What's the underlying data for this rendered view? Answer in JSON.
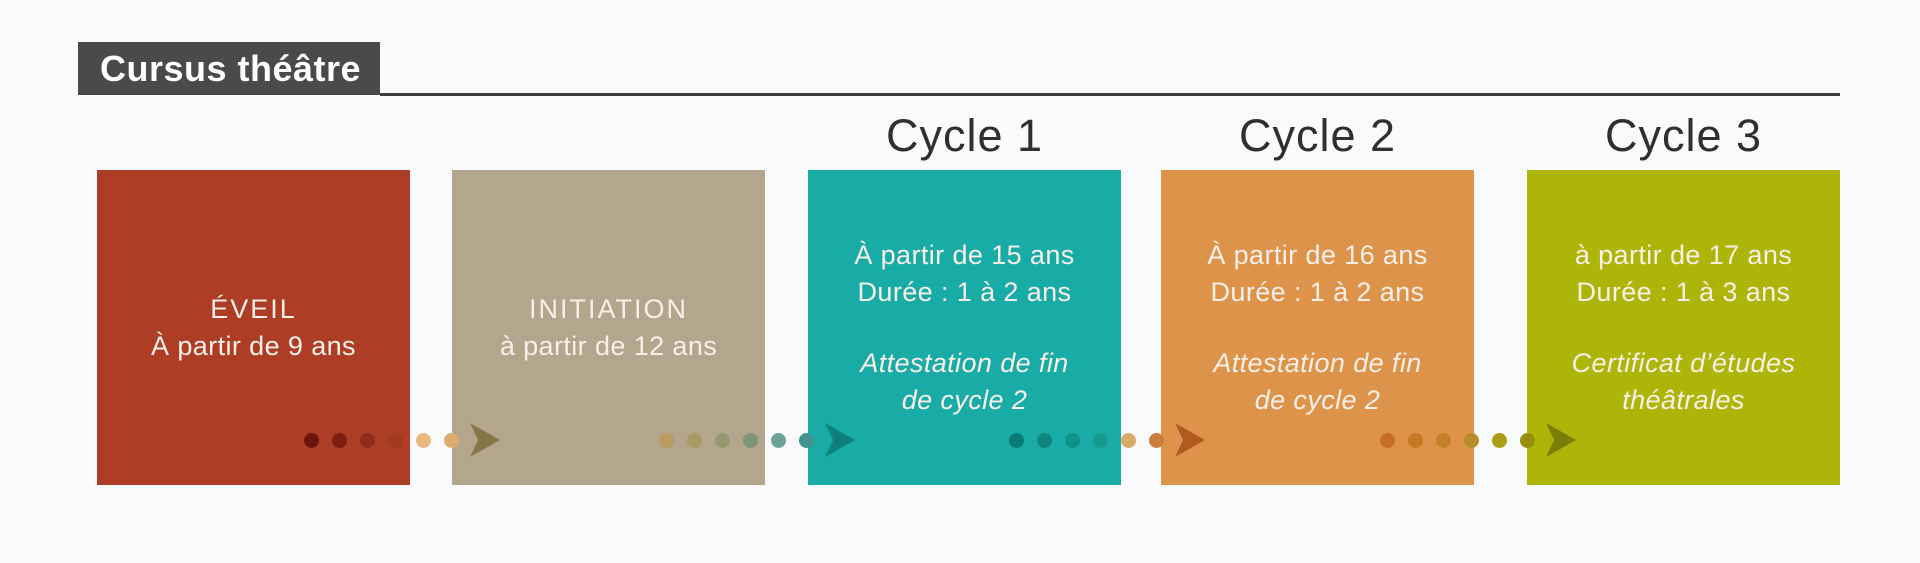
{
  "background": "#f9fafb",
  "rule_color": "#3d3d3d",
  "title": {
    "label": "Cursus théâtre",
    "bg": "#4a4a49",
    "text_color": "#fdfdfd"
  },
  "cycle_labels": [
    {
      "label": "Cycle 1"
    },
    {
      "label": "Cycle 2"
    },
    {
      "label": "Cycle 3"
    }
  ],
  "stages": [
    {
      "name": "eveil",
      "color": "#ad3d24",
      "lines": [
        "ÉVEIL",
        "À partir de 9 ans"
      ]
    },
    {
      "name": "initiation",
      "color": "#b3a68c",
      "lines": [
        "INITIATION",
        "à partir de 12 ans"
      ]
    },
    {
      "name": "cycle-1",
      "color": "#19aba6",
      "lines": [
        "À partir de 15 ans",
        "Durée : 1 à 2 ans"
      ],
      "credential": [
        "Attestation de fin",
        "de cycle 2"
      ]
    },
    {
      "name": "cycle-2",
      "color": "#dd934a",
      "lines": [
        "À partir de 16 ans",
        "Durée : 1 à 2 ans"
      ],
      "credential": [
        "Attestation de fin",
        "de cycle 2"
      ]
    },
    {
      "name": "cycle-3",
      "color": "#aeb509",
      "lines": [
        "à partir de 17 ans",
        "Durée : 1 à 3 ans"
      ],
      "credential": [
        "Certificat d’études",
        "théâtrales"
      ]
    }
  ],
  "arrows": [
    {
      "dots": [
        "#6b150d",
        "#7c1e10",
        "#8e2c19",
        "#a23a20",
        "#e9b87e",
        "#ddab6d"
      ],
      "head": "#87764a"
    },
    {
      "dots": [
        "#b99c5e",
        "#aa9a64",
        "#939871",
        "#7c957b",
        "#6ba49b",
        "#41938c"
      ],
      "head": "#0d807a"
    },
    {
      "dots": [
        "#0b7a74",
        "#0e857e",
        "#119087",
        "#16998d",
        "#d8ab6a",
        "#ce7c3a"
      ],
      "head": "#ae5a22"
    },
    {
      "dots": [
        "#c66f24",
        "#c67822",
        "#c18126",
        "#b78d27",
        "#ac9d17",
        "#968f0c"
      ],
      "head": "#7b7d05"
    }
  ]
}
